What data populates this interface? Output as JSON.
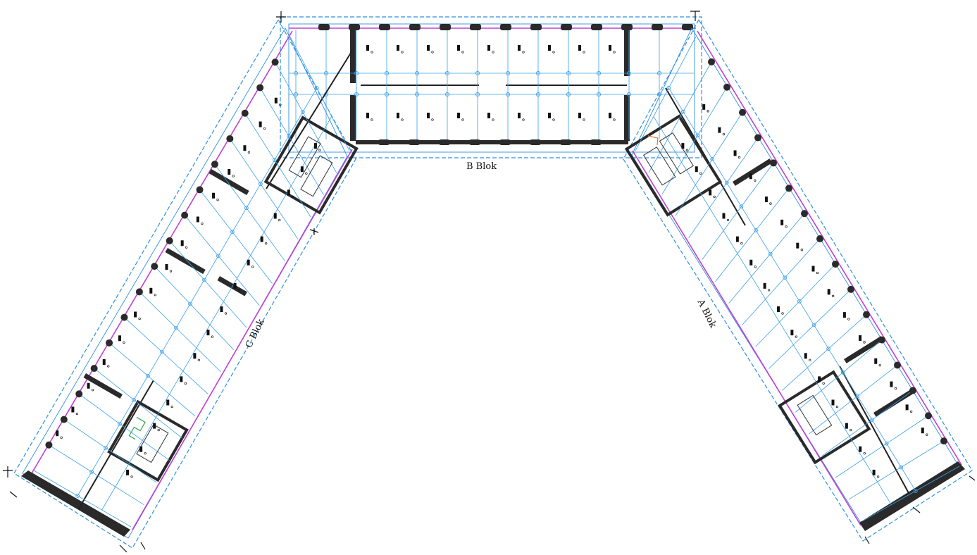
{
  "drawing": {
    "type": "architectural floor plan",
    "wing_labels": {
      "b_blok": "B  Blok",
      "c_blok": "C  Blok",
      "a_blok": "A  Blok"
    },
    "colors": {
      "outer_line": "#2f8fe0",
      "partition_line": "#3aa0e8",
      "facade_accent": "#c040d0",
      "wall_solid": "#2a2a2a",
      "stair_accent_green": "#2fa84a",
      "stair_accent_orange": "#e07820"
    }
  }
}
